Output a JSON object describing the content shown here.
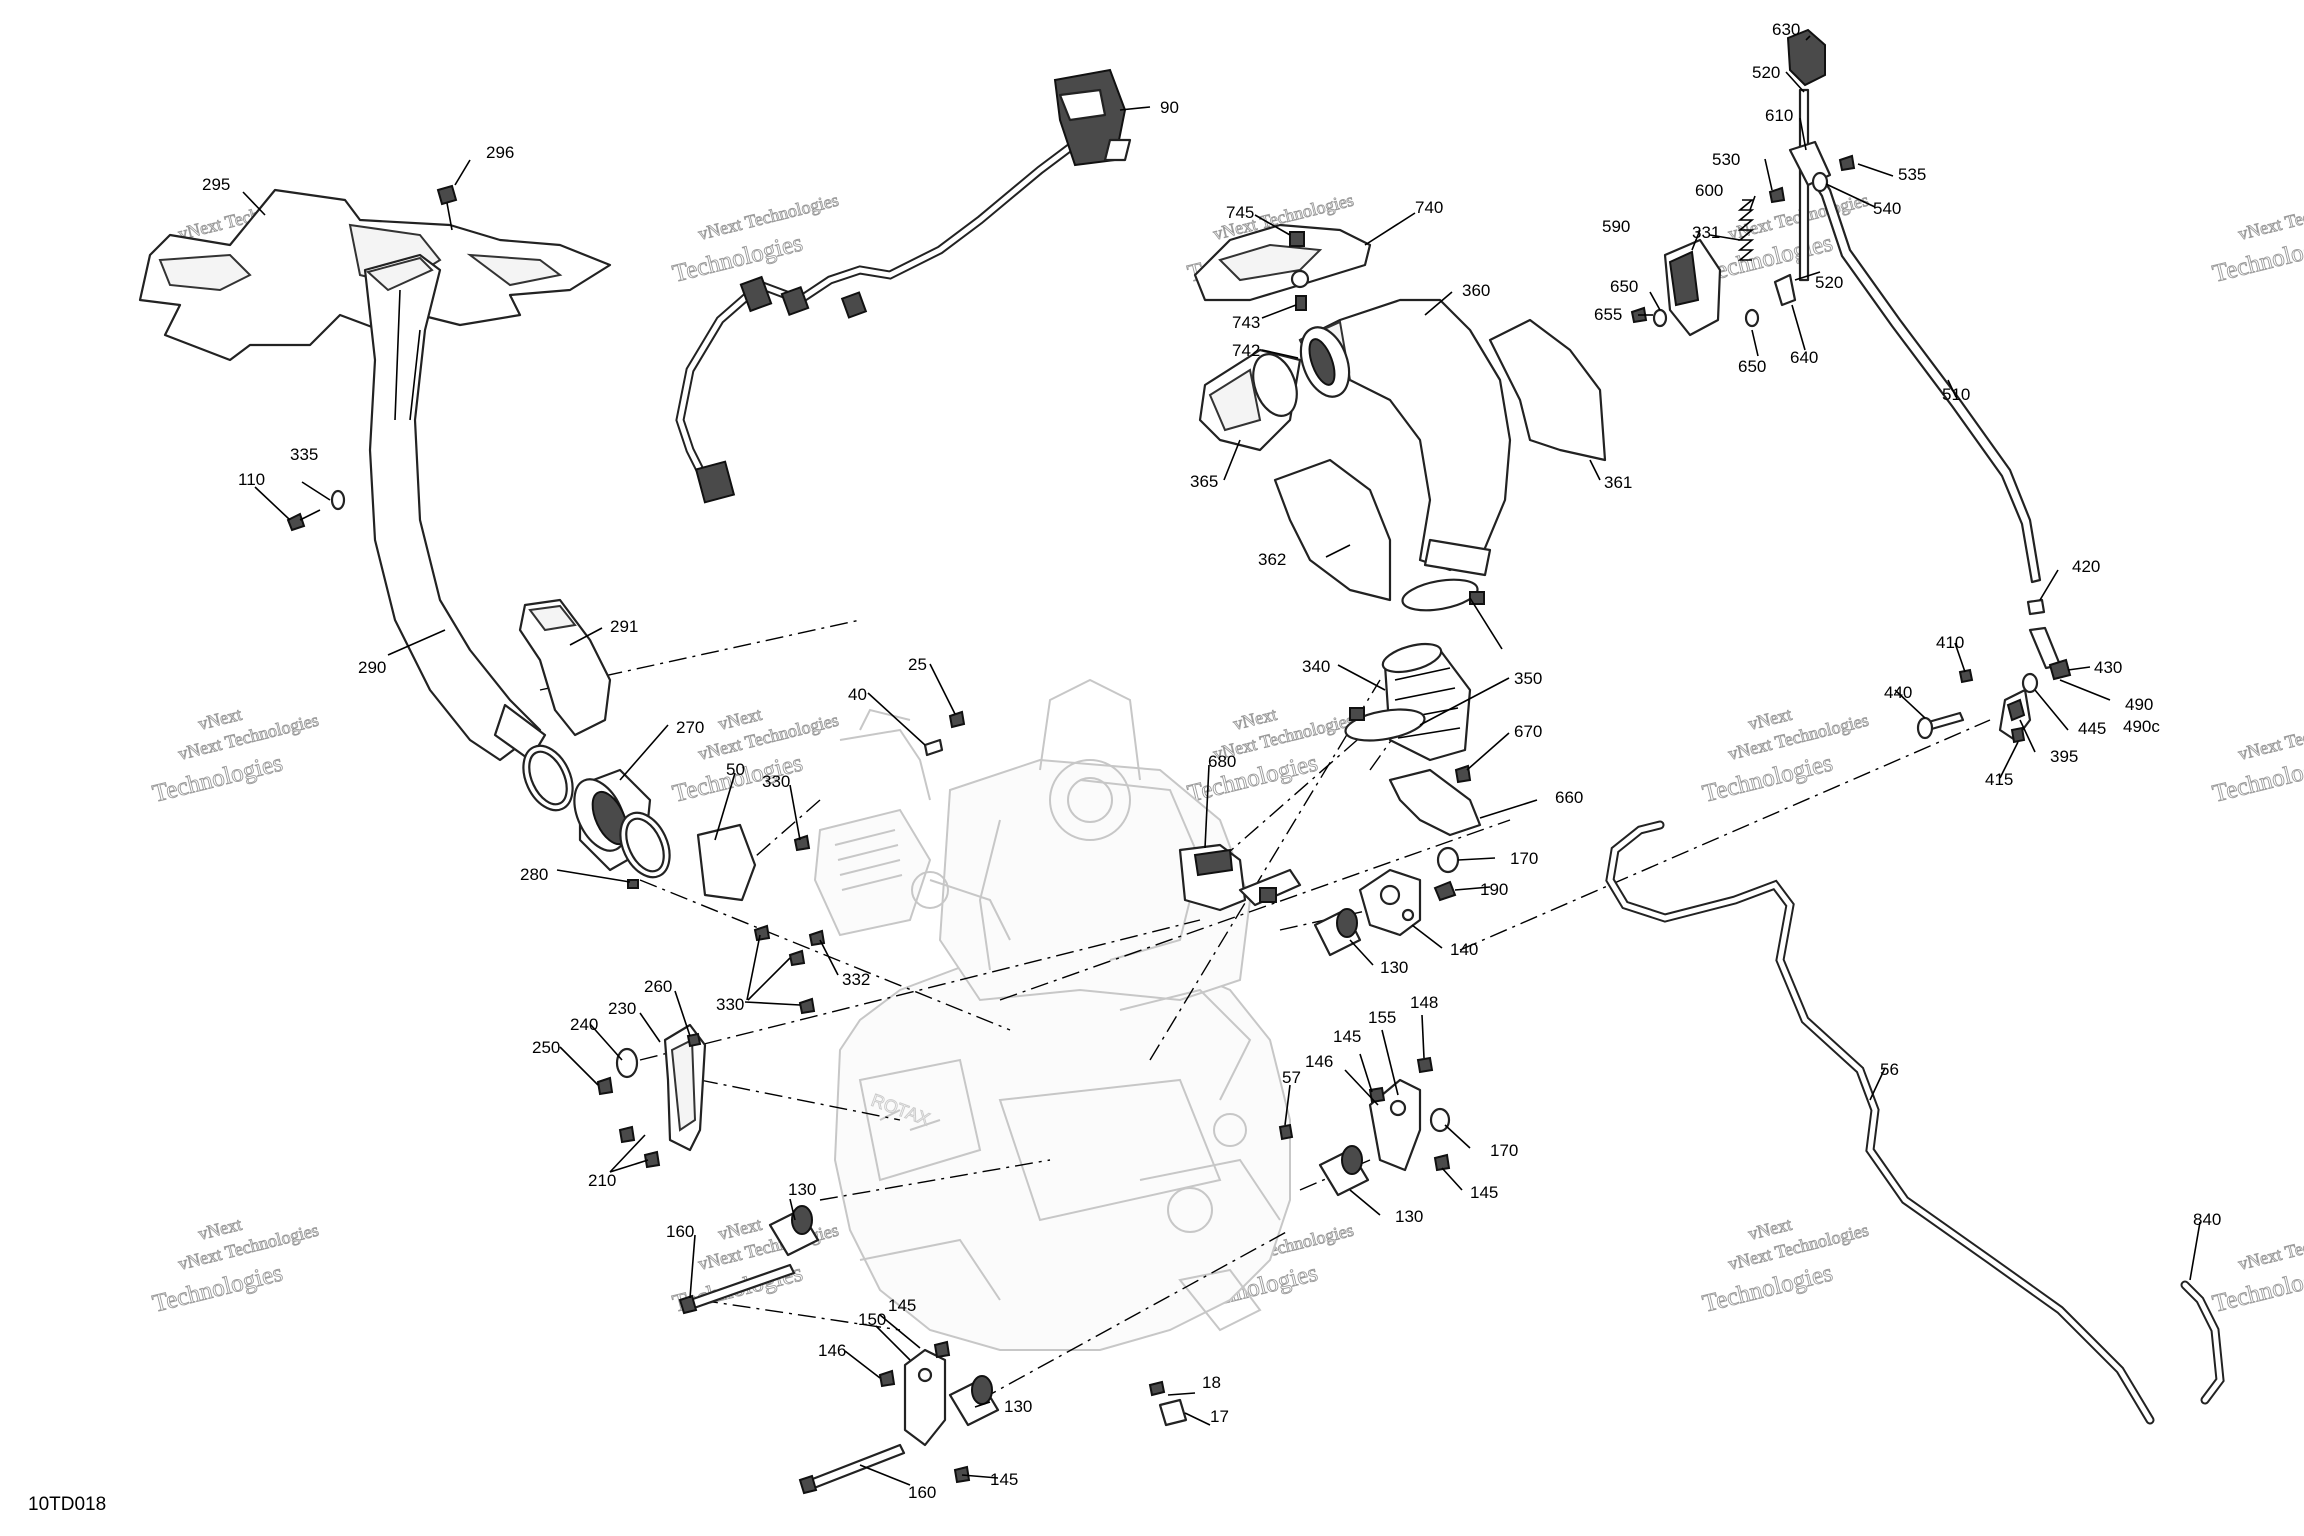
{
  "diagram_code": "10TD018",
  "watermark": {
    "line1": "vNext Technologies",
    "line1_repeat": "vNext",
    "line2": "Technologies"
  },
  "callouts": {
    "c17": "17",
    "c18": "18",
    "c25": "25",
    "c40": "40",
    "c50": "50",
    "c56": "56",
    "c57": "57",
    "c90": "90",
    "c110": "110",
    "c130a": "130",
    "c130b": "130",
    "c130c": "130",
    "c130d": "130",
    "c140": "140",
    "c145a": "145",
    "c145b": "145",
    "c145c": "145",
    "c145d": "145",
    "c146a": "146",
    "c146b": "146",
    "c148": "148",
    "c150": "150",
    "c155": "155",
    "c160a": "160",
    "c160b": "160",
    "c170a": "170",
    "c170b": "170",
    "c190": "190",
    "c210": "210",
    "c230": "230",
    "c240": "240",
    "c250": "250",
    "c260": "260",
    "c270": "270",
    "c280": "280",
    "c290": "290",
    "c291": "291",
    "c295": "295",
    "c296": "296",
    "c330a": "330",
    "c330b": "330",
    "c331": "331",
    "c332": "332",
    "c335": "335",
    "c340": "340",
    "c350": "350",
    "c360": "360",
    "c361": "361",
    "c362": "362",
    "c365": "365",
    "c395": "395",
    "c410": "410",
    "c415": "415",
    "c420": "420",
    "c430": "430",
    "c440": "440",
    "c445": "445",
    "c490": "490",
    "c490c": "490c",
    "c510": "510",
    "c520a": "520",
    "c520b": "520",
    "c530": "530",
    "c535": "535",
    "c540": "540",
    "c590": "590",
    "c600": "600",
    "c610": "610",
    "c630": "630",
    "c640": "640",
    "c650a": "650",
    "c650b": "650",
    "c655": "655",
    "c660": "660",
    "c670": "670",
    "c680": "680",
    "c740": "740",
    "c742": "742",
    "c743": "743",
    "c745": "745",
    "c840": "840"
  }
}
